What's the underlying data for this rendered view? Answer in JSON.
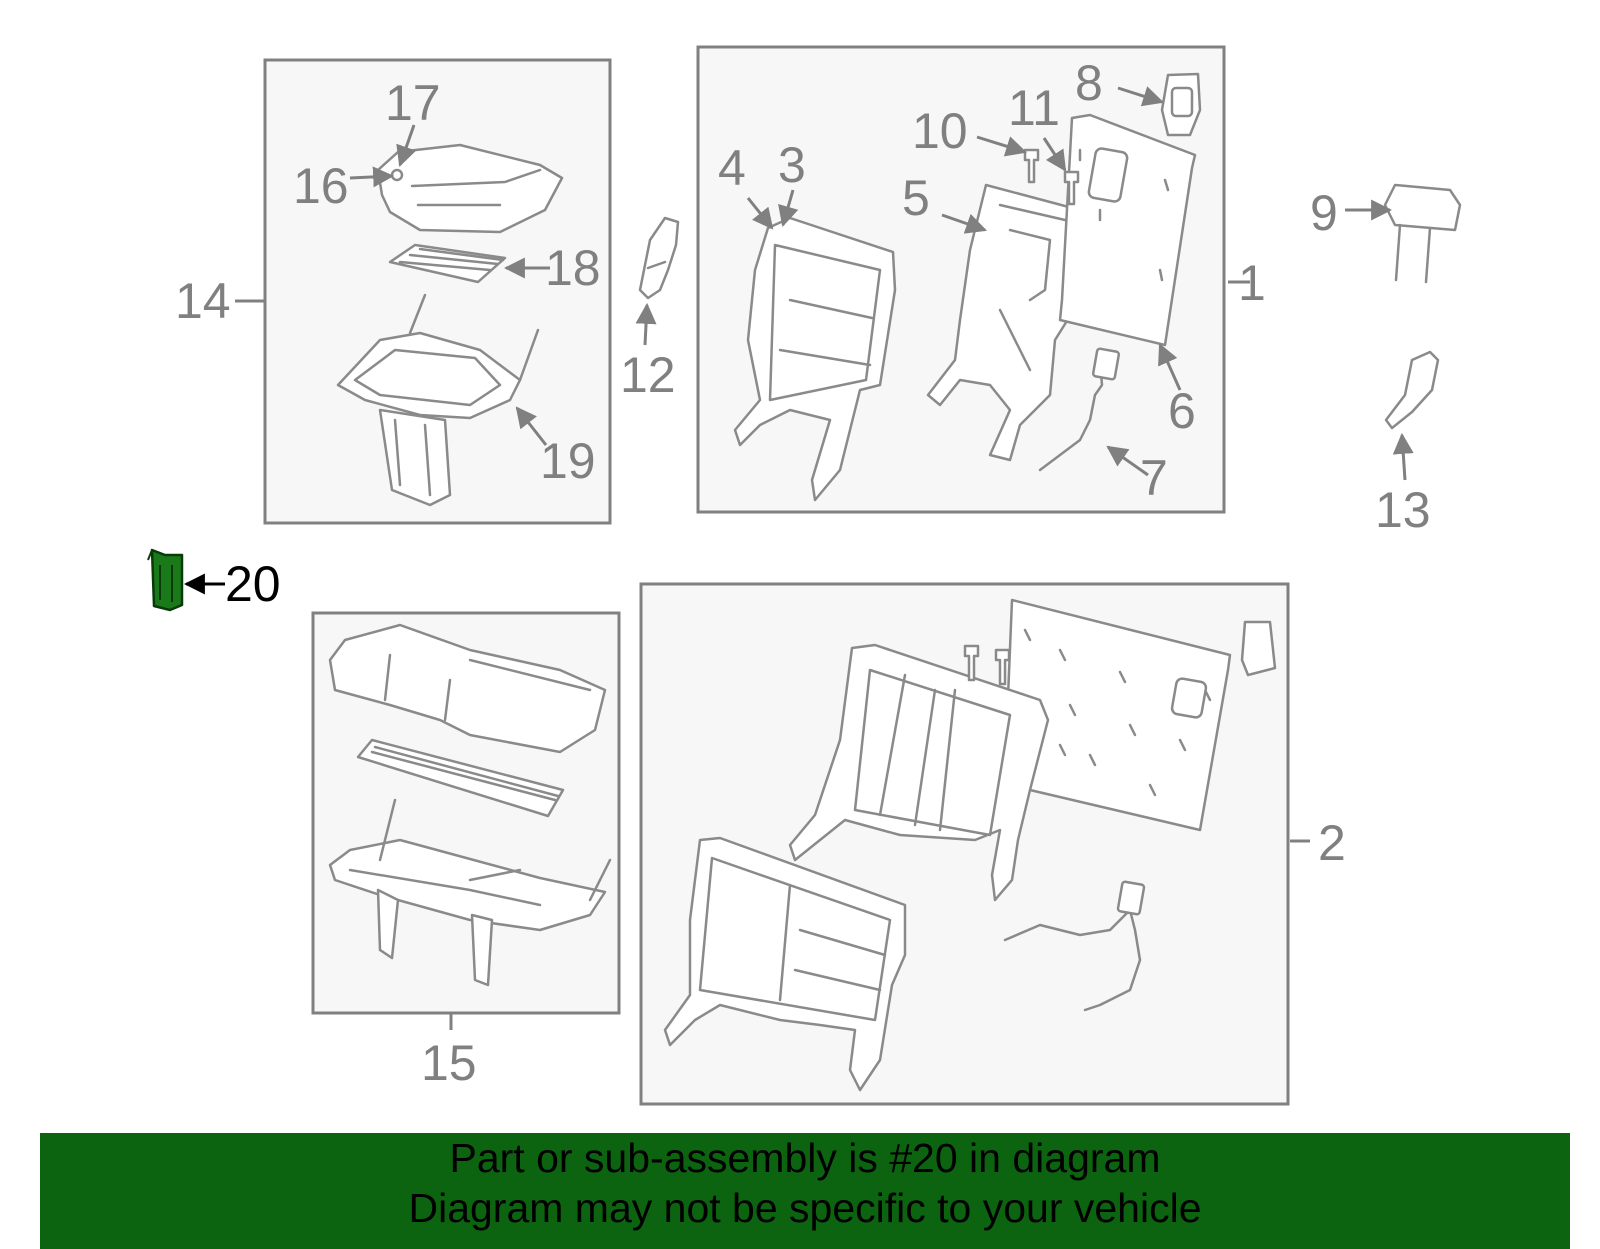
{
  "diagram": {
    "highlighted_part": "20",
    "highlight_color": "#0d6410",
    "callouts": [
      "1",
      "2",
      "3",
      "4",
      "5",
      "6",
      "7",
      "8",
      "9",
      "10",
      "11",
      "12",
      "13",
      "14",
      "15",
      "16",
      "17",
      "18",
      "19",
      "20"
    ]
  },
  "banner": {
    "line1": "Part or sub-assembly is #20 in diagram",
    "line2": "Diagram may not be specific to your vehicle",
    "background": "#0d6410"
  }
}
